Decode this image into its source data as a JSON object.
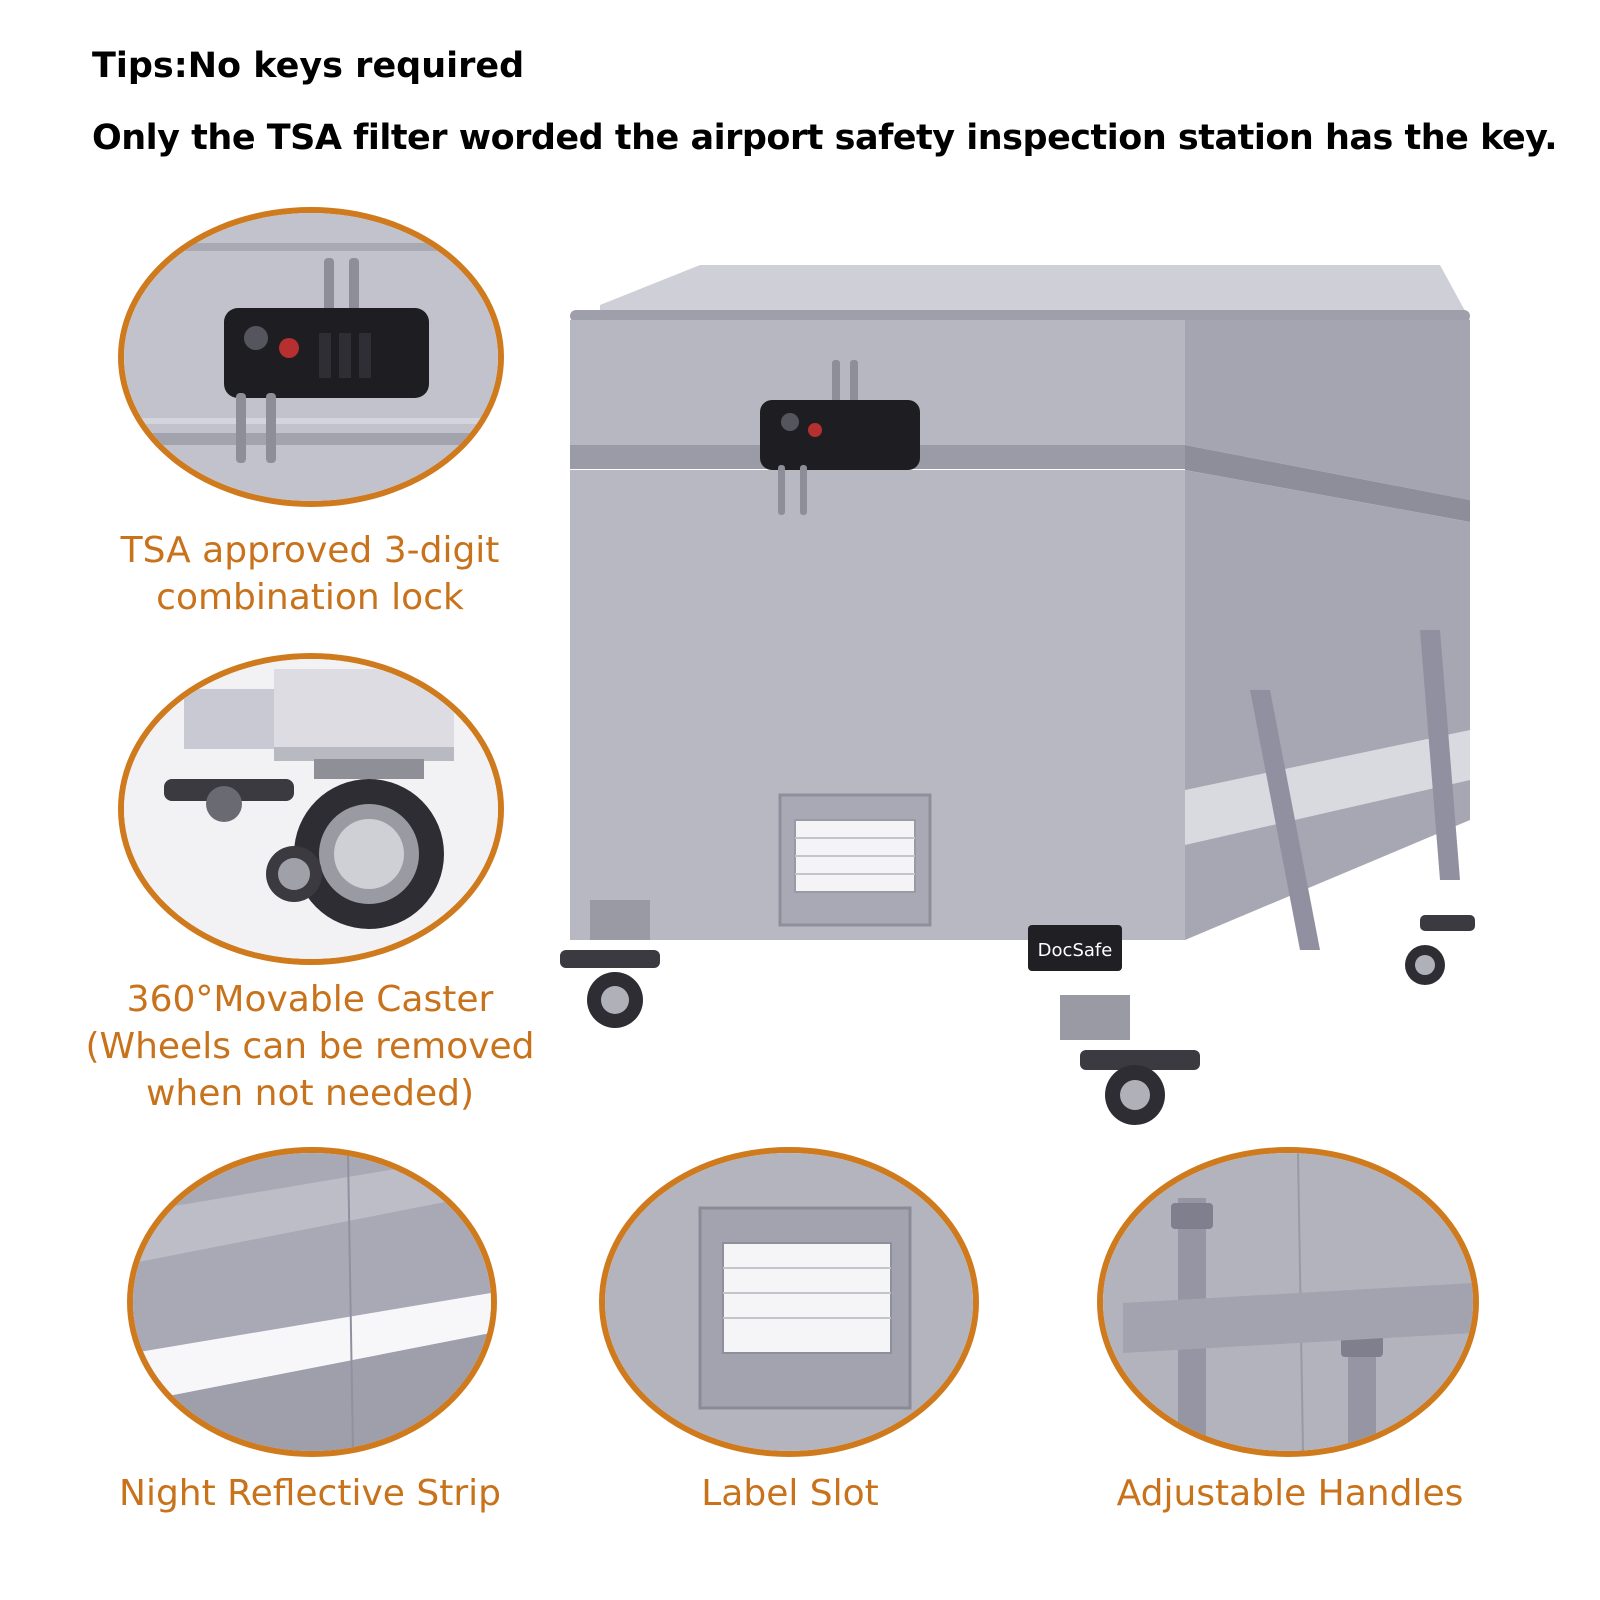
{
  "tips": {
    "line1": "Tips:No keys required",
    "line2": "Only the TSA filter worded the airport safety inspection station has the key."
  },
  "features": {
    "lock": {
      "line1": "TSA approved 3-digit",
      "line2": "combination lock"
    },
    "caster": {
      "line1": "360°Movable Caster",
      "line2": "(Wheels can be removed",
      "line3": "when not needed)"
    },
    "strip": {
      "label": "Night Reflective Strip"
    },
    "label_slot": {
      "label": "Label Slot"
    },
    "handles": {
      "label": "Adjustable Handles"
    }
  },
  "product": {
    "brand": "DocSafe"
  },
  "colors": {
    "accent": "#cf7a1d",
    "caption": "#c8721b",
    "fabric": "#b7b7c2",
    "lock": "#1e1e22"
  }
}
